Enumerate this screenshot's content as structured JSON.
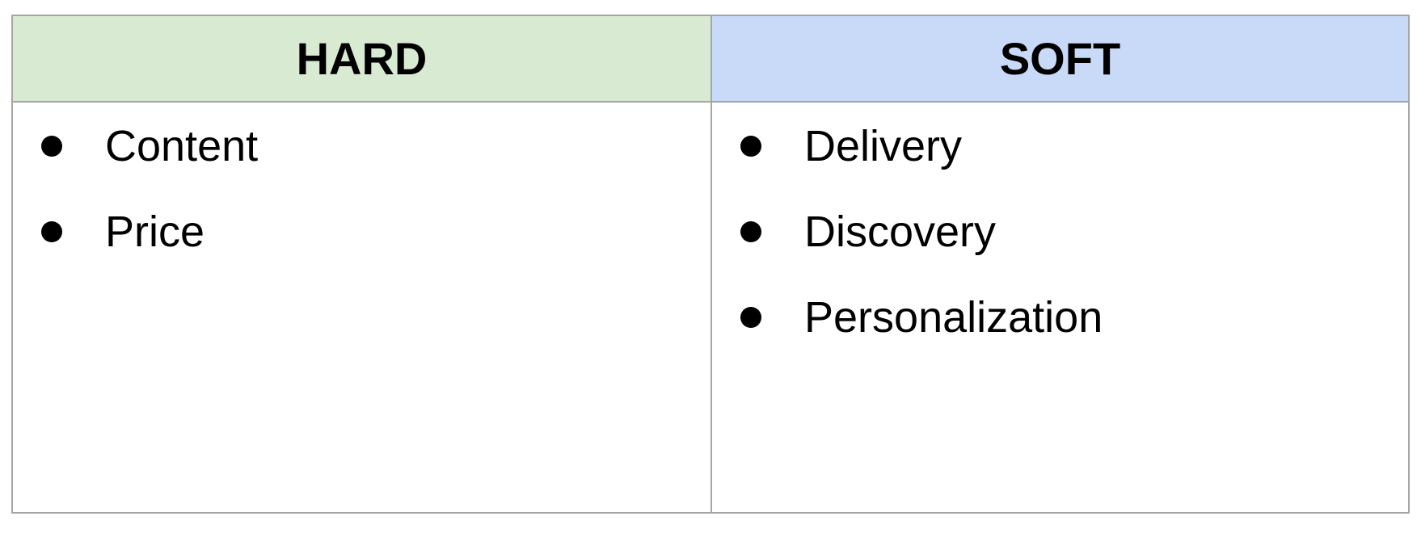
{
  "table": {
    "columns": [
      {
        "header": "HARD",
        "header_color": "#d9ead3",
        "items": [
          "Content",
          "Price"
        ]
      },
      {
        "header": "SOFT",
        "header_color": "#c9daf8",
        "items": [
          "Delivery",
          "Discovery",
          "Personalization"
        ]
      }
    ],
    "border_color": "#a6a6a6"
  }
}
